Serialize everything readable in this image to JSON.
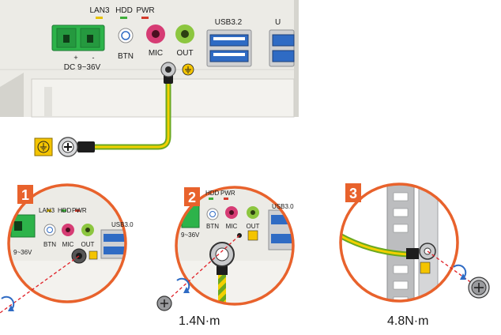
{
  "panel": {
    "lan_led": "LAN3",
    "hdd_led": "HDD",
    "pwr_led": "PWR",
    "btn": "BTN",
    "mic": "MIC",
    "out": "OUT",
    "usb32": "USB3.2",
    "usb30": "USB3.0",
    "dc_plus": "+",
    "dc_minus": "-",
    "dc_range": "DC 9~36V",
    "dc_range_short": "9~36V"
  },
  "steps": [
    {
      "number": "1"
    },
    {
      "number": "2",
      "torque": "1.4N·m"
    },
    {
      "number": "3",
      "torque": "4.8N·m"
    }
  ],
  "colors": {
    "panel": "#ecebe6",
    "terminal_green": "#2db34a",
    "mic_pink": "#d63c74",
    "out_green": "#8cc63f",
    "usb_blue": "#2f6bc4",
    "step_orange": "#e8622c",
    "cable_green": "#6aa820",
    "cable_yellow": "#f2d000",
    "ground_yellow": "#f4c400",
    "guide_red": "#e01f26"
  }
}
